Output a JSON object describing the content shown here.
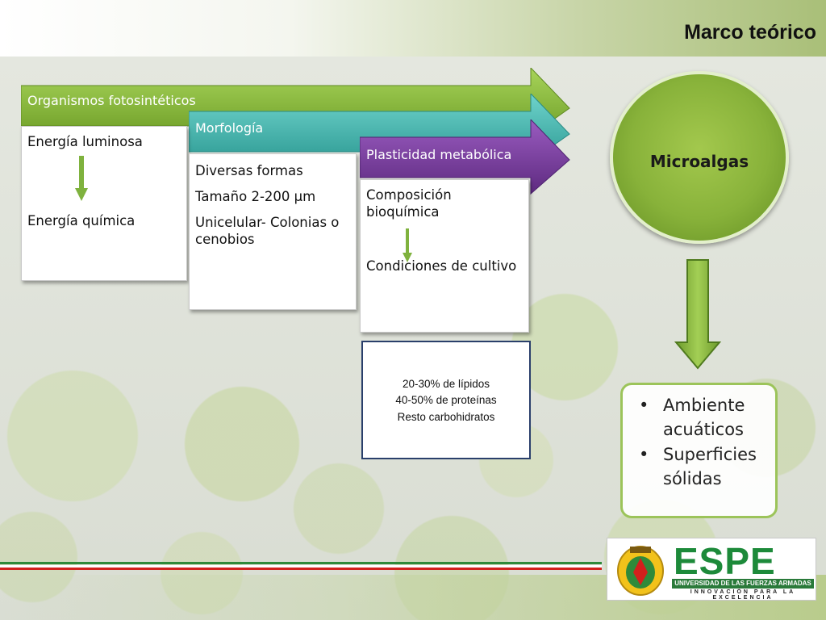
{
  "header": {
    "title": "Marco teórico"
  },
  "banners": [
    {
      "label": "Organismos fotosintéticos",
      "color": "#8fbf3c"
    },
    {
      "label": "Morfología",
      "color": "#45b7b0"
    },
    {
      "label": "Plasticidad metabólica",
      "color": "#7b3f9e"
    }
  ],
  "boxes": {
    "energy": {
      "top_text": "Energía luminosa",
      "bottom_text": "Energía química"
    },
    "morphology": {
      "line1": "Diversas formas",
      "line2": "Tamaño 2-200 µm",
      "line3": "Unicelular- Colonias o cenobios"
    },
    "plasticity": {
      "top_text": "Composición bioquímica",
      "bottom_text": "Condiciones de cultivo"
    }
  },
  "composition": {
    "line1": "20-30% de lípidos",
    "line2": "40-50% de proteínas",
    "line3": "Resto carbohidratos"
  },
  "circle": {
    "label": "Microalgas"
  },
  "habitat": {
    "items": [
      "Ambiente acuáticos",
      "Superficies sólidas"
    ]
  },
  "logo": {
    "name": "ESPE",
    "subtitle": "UNIVERSIDAD DE LAS FUERZAS ARMADAS",
    "motto": "INNOVACIÓN PARA LA EXCELENCIA"
  },
  "colors": {
    "accent_green": "#8fbf3c",
    "teal": "#45b7b0",
    "purple": "#7b3f9e",
    "navy": "#2a3f6b",
    "stripe_red": "#d3201c",
    "stripe_green": "#2f8a3a"
  }
}
